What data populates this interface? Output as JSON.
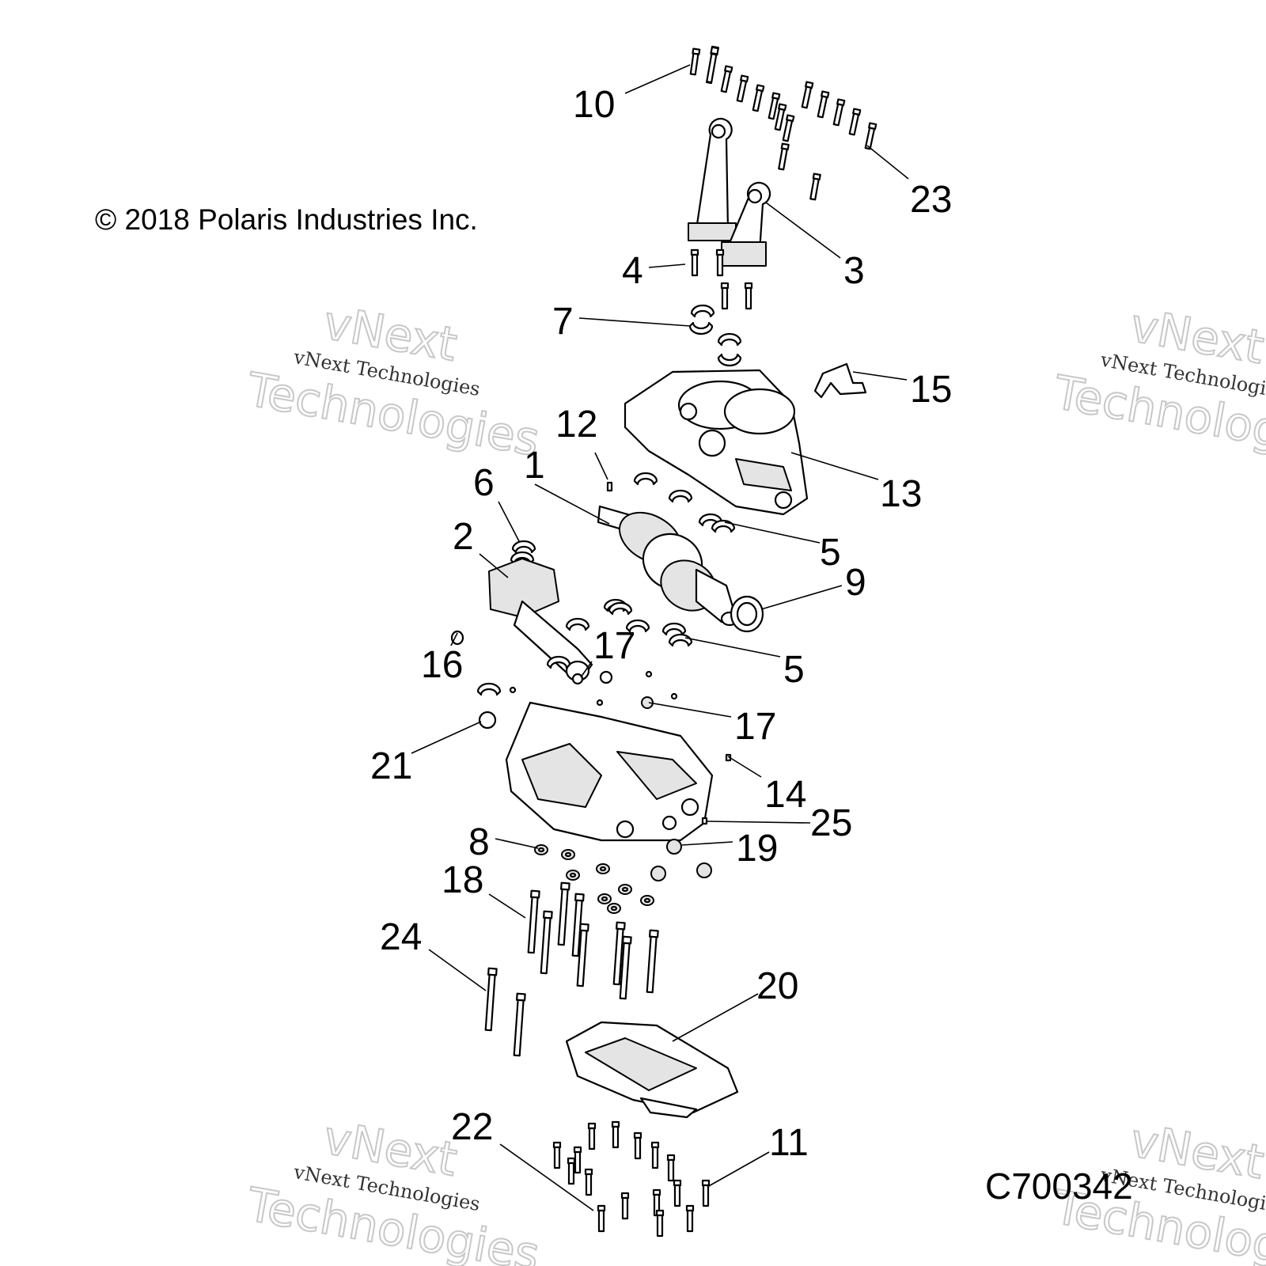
{
  "copyright": "© 2018 Polaris Industries Inc.",
  "diagram_code": "C700342",
  "watermark": {
    "company": "vNext Technologies",
    "big_top": "vNext",
    "big_bottom": "Technologies"
  },
  "callouts": {
    "c1": "1",
    "c2": "2",
    "c3": "3",
    "c4": "4",
    "c5a": "5",
    "c5b": "5",
    "c6": "6",
    "c7": "7",
    "c8": "8",
    "c9": "9",
    "c10": "10",
    "c11": "11",
    "c12": "12",
    "c13": "13",
    "c14": "14",
    "c15": "15",
    "c16": "16",
    "c17a": "17",
    "c17b": "17",
    "c18": "18",
    "c19": "19",
    "c20": "20",
    "c21": "21",
    "c22": "22",
    "c23": "23",
    "c24": "24",
    "c25": "25"
  }
}
